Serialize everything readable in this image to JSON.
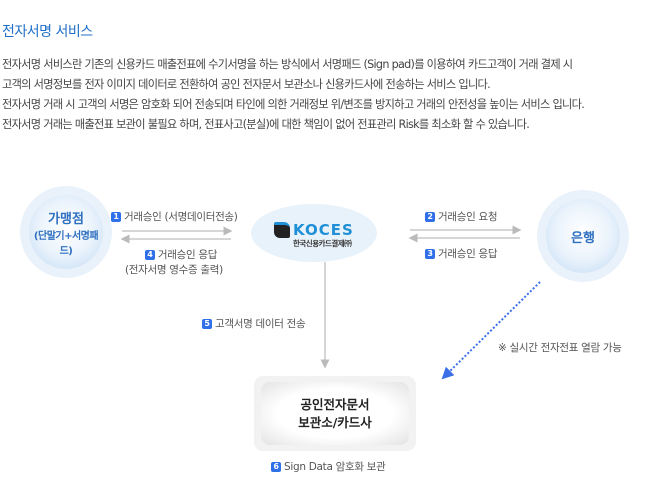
{
  "title": "전자서명 서비스",
  "description": [
    "전자서명 서비스란 기존의  신용카드 매출전표에 수기서명을 하는 방식에서 서명패드 (Sign pad)를 이용하여 카드고객이 거래 결제 시",
    "고객의 서명정보를 전자 이미지 데이터로 전환하여 공인 전자문서 보관소나 신용카드사에 전송하는 서비스 입니다.",
    "전자서명 거래 시 고객의 서명은 암호화 되어 전송되며  타인에 의한 거래정보 위/변조를 방지하고 거래의 안전성을 높이는 서비스 입니다.",
    "전자서명 거래는 매출전표 보관이 불필요 하며, 전표사고(분실)에 대한  책임이 없어 전표관리 Risk를 최소화 할 수 있습니다."
  ],
  "nodes": {
    "merchant": {
      "line1": "가맹점",
      "line2": "(단말기+서명패드)"
    },
    "koces": {
      "brand": "KOCES",
      "sub": "한국신용카드결제㈜"
    },
    "bank": {
      "label": "은행"
    },
    "archive": {
      "line1": "공인전자문서",
      "line2": "보관소/카드사"
    }
  },
  "steps": [
    {
      "num": "1",
      "text": "거래승인 (서명데이터전송)"
    },
    {
      "num": "2",
      "text": "거래승인  요청"
    },
    {
      "num": "3",
      "text": "거래승인  응답"
    },
    {
      "num": "4",
      "text": "거래승인  응답",
      "text2": "(전자서명 영수증 출력)"
    },
    {
      "num": "5",
      "text": "고객서명 데이터 전송"
    },
    {
      "num": "6",
      "text": "Sign Data 암호화 보관"
    }
  ],
  "note": "※ 실시간 전자전표 열람 가능",
  "colors": {
    "accent": "#1f6fc8",
    "badge": "#2f6fe8",
    "dotted": "#3a6fe8"
  }
}
